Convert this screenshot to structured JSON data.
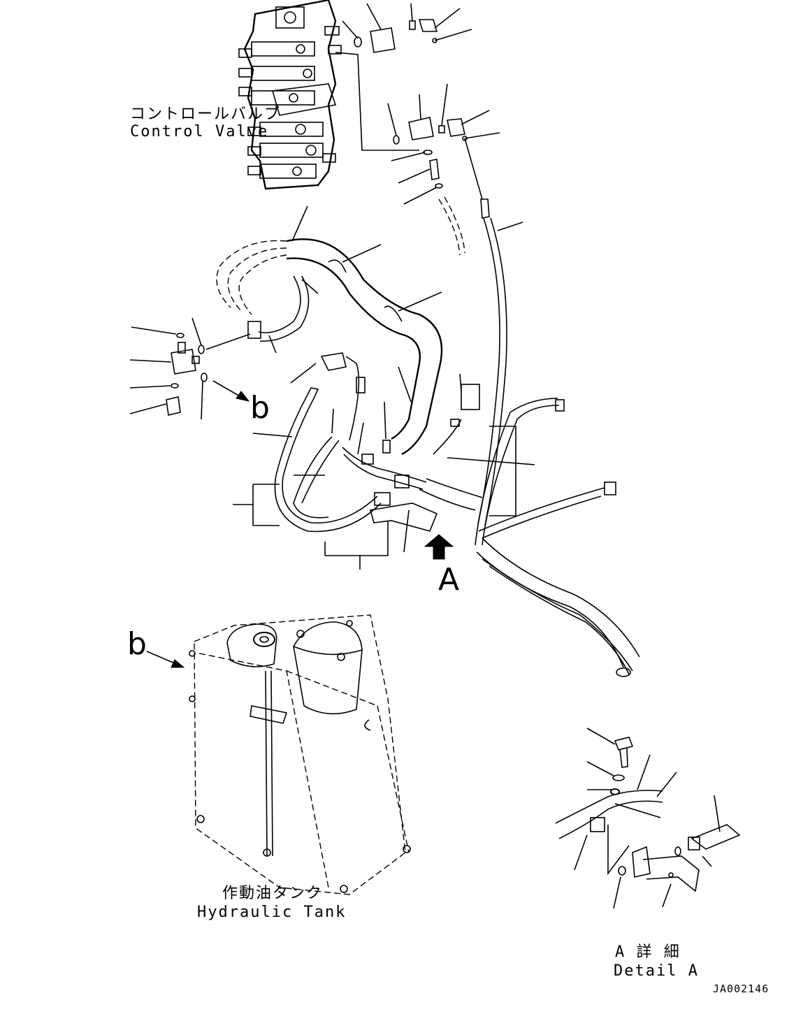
{
  "labels": {
    "control_valve_jp": "コントロールバルブ",
    "control_valve_en": "Control Valve",
    "hydraulic_tank_jp": "作動油タンク",
    "hydraulic_tank_en": "Hydraulic Tank",
    "detail_a_jp": "A 詳 細",
    "detail_a_en": "Detail A",
    "view_marker_a": "A",
    "arrow_b_upper": "b",
    "arrow_b_lower": "b",
    "drawing_code": "JA002146"
  }
}
